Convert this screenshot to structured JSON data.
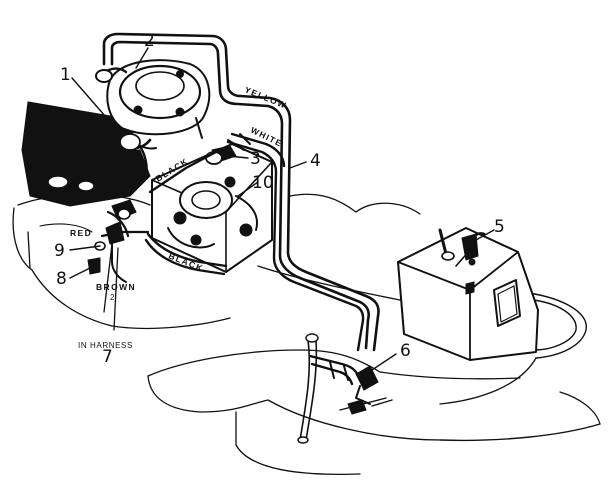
{
  "callouts": {
    "c1": "1",
    "c2": "2",
    "c3": "3",
    "c4": "4",
    "c5": "5",
    "c6": "6",
    "c7": "7",
    "c8": "8",
    "c9": "9",
    "c10": "10"
  },
  "wire_labels": {
    "yellow": "YELLOW",
    "white": "WHITE",
    "black_upper": "BLACK",
    "black_lower": "BLACK",
    "red": "RED",
    "brown": "BROWN"
  },
  "notes": {
    "brown_sub": "2",
    "in_harness": "IN HARNESS"
  }
}
